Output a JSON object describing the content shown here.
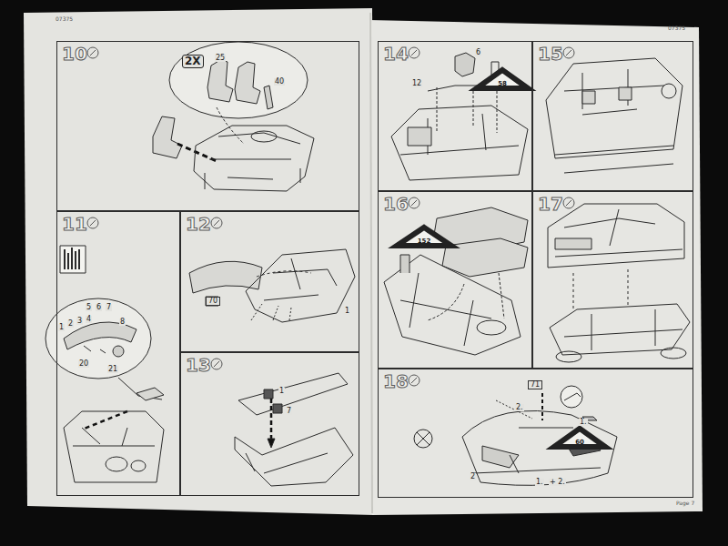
{
  "diagram": {
    "nodes": [
      {
        "text": [
          "10"
        ]
      },
      {
        "text": [
          "11"
        ]
      },
      {
        "text": [
          "12"
        ]
      },
      {
        "text": [
          "13"
        ]
      },
      {
        "text": [
          "14"
        ]
      },
      {
        "text": [
          "58"
        ],
        "in": 4
      },
      {
        "text": [
          "15"
        ]
      },
      {
        "text": [
          "16"
        ]
      },
      {
        "text": [
          "152"
        ],
        "in": 7
      },
      {
        "text": [
          "17"
        ]
      },
      {
        "text": [
          "18"
        ]
      },
      {
        "text": [
          "60"
        ],
        "in": 10
      }
    ],
    "labels": [
      "07375",
      "07375",
      "2X",
      "25",
      "40",
      "5",
      "6",
      "7",
      "8",
      "1",
      "2",
      "3",
      "4",
      "20",
      "21",
      "70",
      "1",
      "1",
      "7",
      "12",
      "6",
      "71",
      "2.",
      "1.",
      "2",
      "1.",
      "+ 2.",
      "Page 7"
    ]
  }
}
